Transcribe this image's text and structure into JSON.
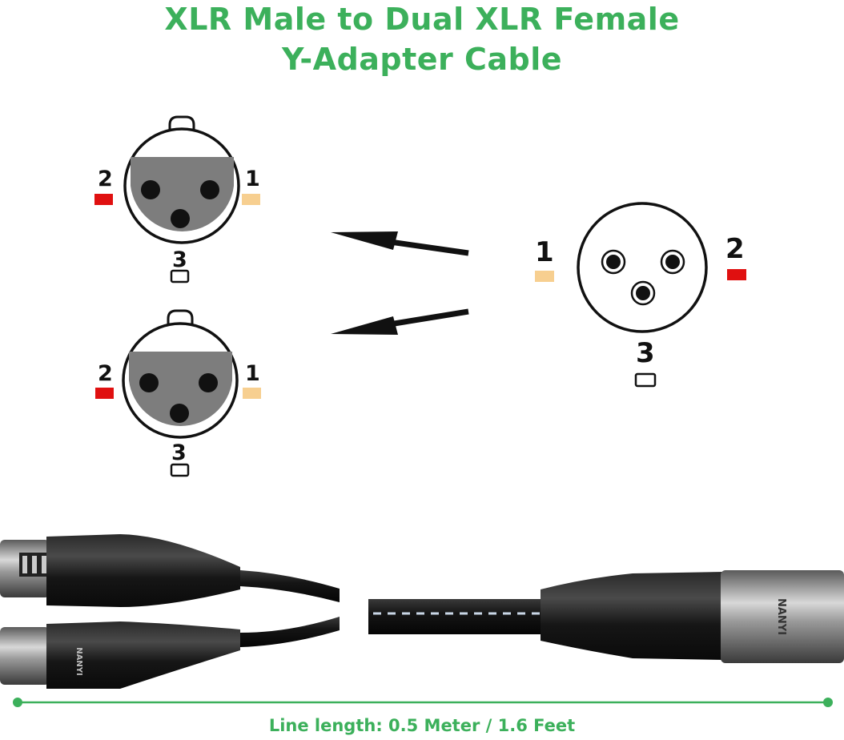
{
  "title": {
    "line1": "XLR Male to Dual XLR Female",
    "line2": "Y-Adapter Cable"
  },
  "pins": {
    "pin1": "1",
    "pin2": "2",
    "pin3": "3"
  },
  "brand": "NANYI",
  "caption": "Line length: 0.5 Meter / 1.6 Feet",
  "colors": {
    "accent_green": "#3cb05b",
    "pin1_color": "#f7cf90",
    "pin2_color": "#e01010",
    "pin3_color": "#ffffff",
    "connector_grey": "#7d7d7d",
    "cable_black": "#111111"
  }
}
